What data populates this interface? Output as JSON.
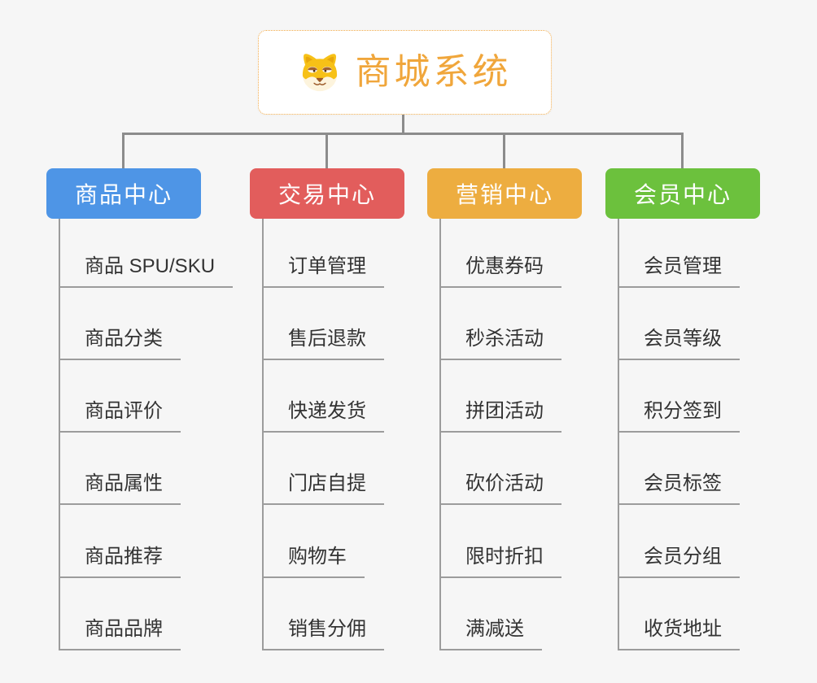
{
  "canvas": {
    "background": "#f6f6f6",
    "connector_color": "#8c8c8c",
    "leaf_line_color": "#9c9c9c"
  },
  "root": {
    "title": "商城系统",
    "icon": "dog-face",
    "text_color": "#f0a63b",
    "border_color": "#f2ab49"
  },
  "branches": [
    {
      "label": "商品中心",
      "color": "#4e95e6",
      "children": [
        "商品 SPU/SKU",
        "商品分类",
        "商品评价",
        "商品属性",
        "商品推荐",
        "商品品牌"
      ]
    },
    {
      "label": "交易中心",
      "color": "#e25d5c",
      "children": [
        "订单管理",
        "售后退款",
        "快递发货",
        "门店自提",
        "购物车",
        "销售分佣"
      ]
    },
    {
      "label": "营销中心",
      "color": "#edad40",
      "children": [
        "优惠券码",
        "秒杀活动",
        "拼团活动",
        "砍价活动",
        "限时折扣",
        "满减送"
      ]
    },
    {
      "label": "会员中心",
      "color": "#6cc13d",
      "children": [
        "会员管理",
        "会员等级",
        "积分签到",
        "会员标签",
        "会员分组",
        "收货地址"
      ]
    }
  ]
}
